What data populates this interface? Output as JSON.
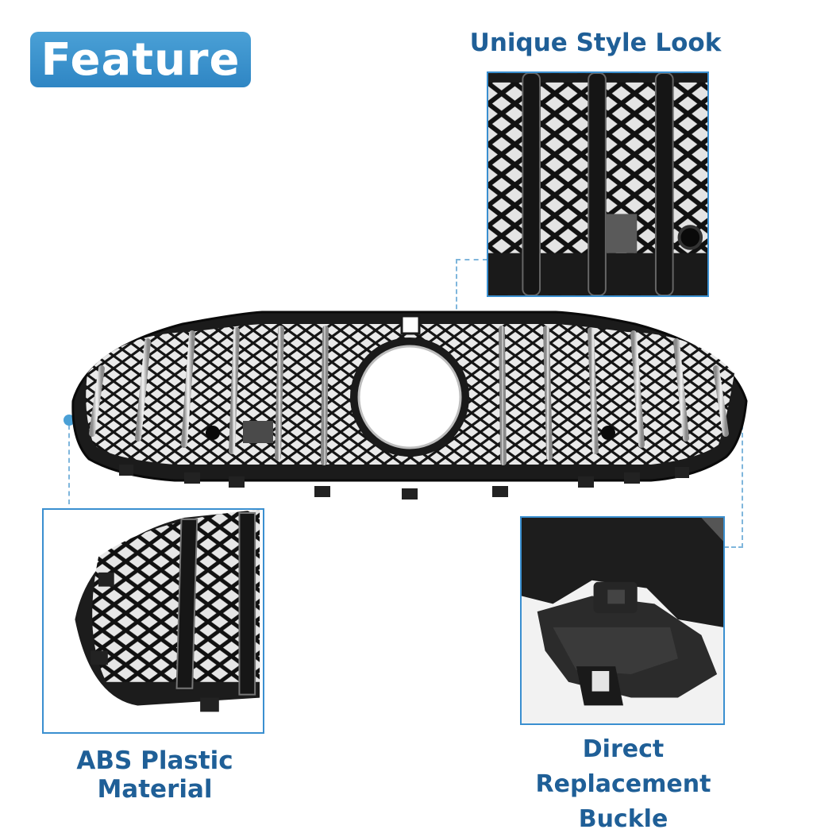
{
  "badge": {
    "label": "Feature",
    "color": "#3a93cf"
  },
  "callouts": {
    "top": "Unique Style Look",
    "left": "ABS Plastic Material",
    "right_line1": "Direct Replacement",
    "right_line2": "Buckle"
  },
  "colors": {
    "caption": "#1f5f97",
    "accent": "#3a8fd0",
    "grille": "#1a1a1a",
    "chrome": "#d8d8d8"
  }
}
